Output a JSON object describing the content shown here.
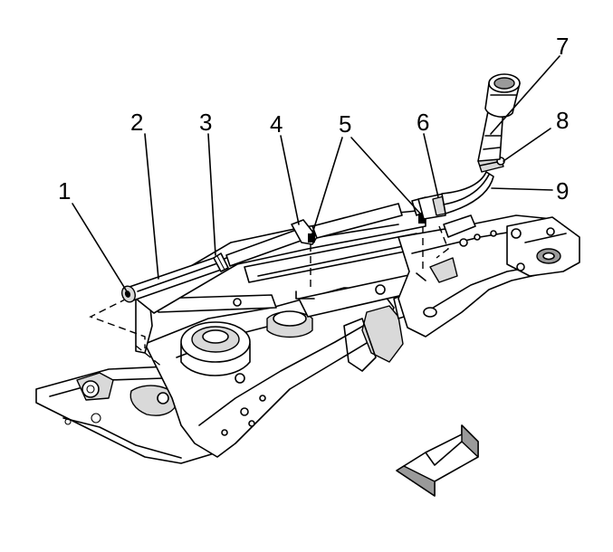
{
  "callouts": [
    {
      "id": "1",
      "label": "1"
    },
    {
      "id": "2",
      "label": "2"
    },
    {
      "id": "3",
      "label": "3"
    },
    {
      "id": "4",
      "label": "4"
    },
    {
      "id": "5",
      "label": "5"
    },
    {
      "id": "6",
      "label": "6"
    },
    {
      "id": "7",
      "label": "7"
    },
    {
      "id": "8",
      "label": "8"
    },
    {
      "id": "9",
      "label": "9"
    }
  ],
  "colors": {
    "line": "#000000",
    "shade_light": "#d9d9d9",
    "shade_dark": "#9a9a9a",
    "background": "#ffffff"
  },
  "icons": {
    "direction_arrow": "front-direction-arrow-icon"
  }
}
